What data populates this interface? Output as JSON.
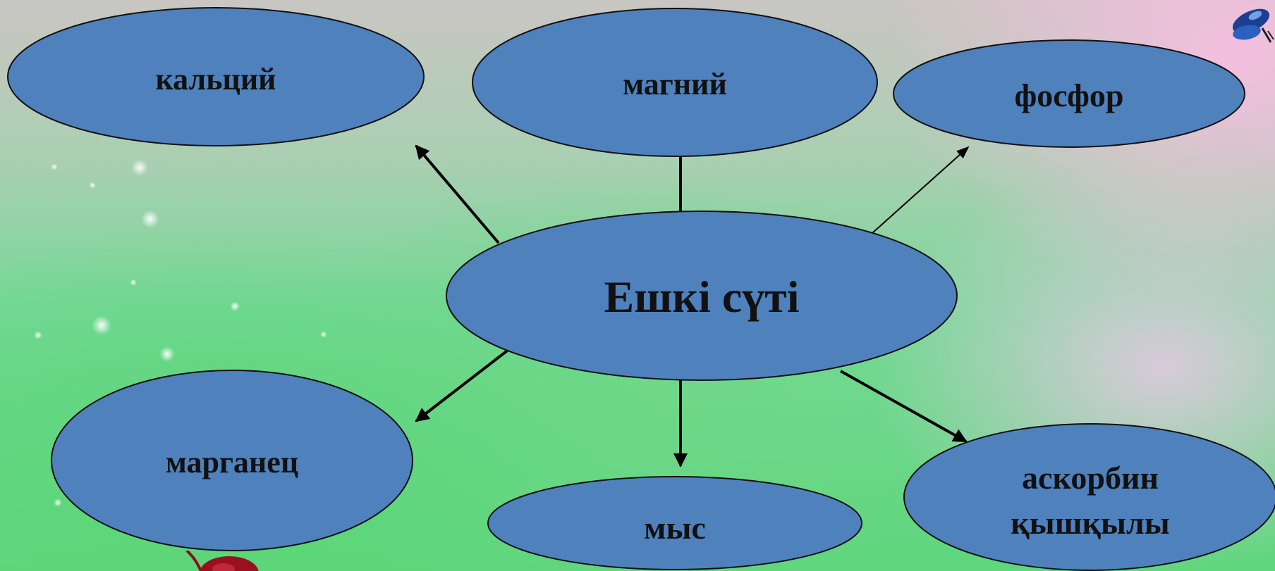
{
  "diagram": {
    "center": {
      "label": "Ешкі сүті"
    },
    "nodes": [
      {
        "id": "calcium",
        "label": "кальций"
      },
      {
        "id": "magnesium",
        "label": "магний"
      },
      {
        "id": "phosphorus",
        "label": "фосфор"
      },
      {
        "id": "manganese",
        "label": "марганец"
      },
      {
        "id": "copper",
        "label": "мыс"
      },
      {
        "id": "ascorbic",
        "label_line1": "аскорбин",
        "label_line2": "қышқылы"
      }
    ]
  },
  "colors": {
    "node_fill": "#4f81bd",
    "node_stroke": "#111111",
    "arrow": "#000000"
  }
}
